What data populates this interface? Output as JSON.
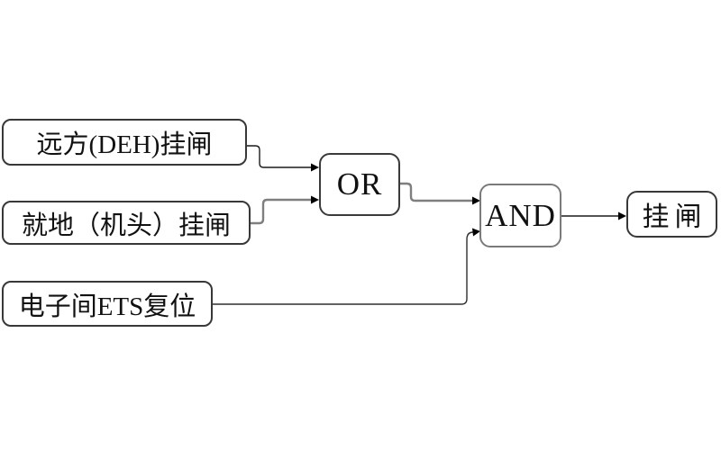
{
  "diagram": {
    "type": "logic-flow",
    "background": "#ffffff",
    "nodes": {
      "input1": {
        "label": "远方(DEH)挂闸"
      },
      "input2": {
        "label": "就地（机头）挂闸"
      },
      "input3": {
        "label": "电子间ETS复位"
      },
      "or_gate": {
        "label": "OR"
      },
      "and_gate": {
        "label": "AND"
      },
      "output": {
        "label": "挂闸"
      }
    },
    "edges": [
      {
        "from": "input1",
        "to": "or_gate"
      },
      {
        "from": "input2",
        "to": "or_gate"
      },
      {
        "from": "or_gate",
        "to": "and_gate"
      },
      {
        "from": "input3",
        "to": "and_gate"
      },
      {
        "from": "and_gate",
        "to": "output"
      }
    ],
    "colors": {
      "box_border_dark": "#383838",
      "box_border_gray": "#7a7a7a",
      "line_dark": "#1a1a1a",
      "line_gray": "#7f7f7f",
      "arrowhead": "#000000",
      "text": "#111111"
    }
  }
}
